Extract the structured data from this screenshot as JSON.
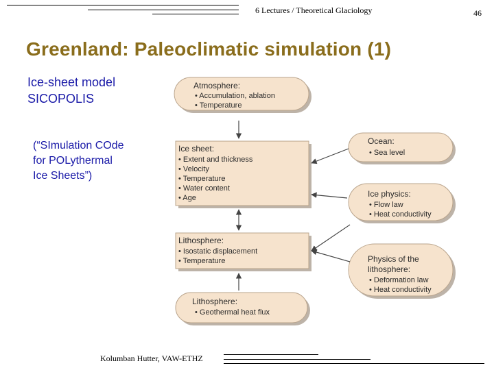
{
  "header": {
    "course": "6 Lectures / Theoretical Glaciology",
    "page_number": "46"
  },
  "slide": {
    "title": "Greenland: Paleoclimatic simulation (1)",
    "model_lines": [
      "Ice-sheet model",
      "SICOPOLIS"
    ],
    "acronym_lines": [
      "(“SImulation COde",
      "for POLythermal",
      "Ice Sheets”)"
    ]
  },
  "footer": {
    "author": "Kolumban Hutter, VAW-ETHZ"
  },
  "diagram": {
    "atmosphere": {
      "title": "Atmosphere:",
      "items": [
        "• Accumulation, ablation",
        "• Temperature"
      ]
    },
    "ice_sheet": {
      "title": "Ice sheet:",
      "items": [
        "• Extent and thickness",
        "• Velocity",
        "• Temperature",
        "• Water content",
        "• Age"
      ]
    },
    "lithosphere_main": {
      "title": "Lithosphere:",
      "items": [
        "• Isostatic displacement",
        "• Temperature"
      ]
    },
    "lithosphere_bottom": {
      "title": "Lithosphere:",
      "items": [
        "• Geothermal heat flux"
      ]
    },
    "ocean": {
      "title": "Ocean:",
      "items": [
        "• Sea level"
      ]
    },
    "ice_physics": {
      "title": "Ice physics:",
      "items": [
        "• Flow law",
        "• Heat conductivity"
      ]
    },
    "physics_lithosphere": {
      "title_lines": [
        "Physics of the",
        "lithosphere:"
      ],
      "items": [
        "• Deformation law",
        "• Heat conductivity"
      ]
    },
    "colors": {
      "box_fill": "#f6e3cd",
      "box_stroke": "#b9a48c",
      "shadow": "#bdb3a8",
      "arrow": "#444444"
    }
  }
}
